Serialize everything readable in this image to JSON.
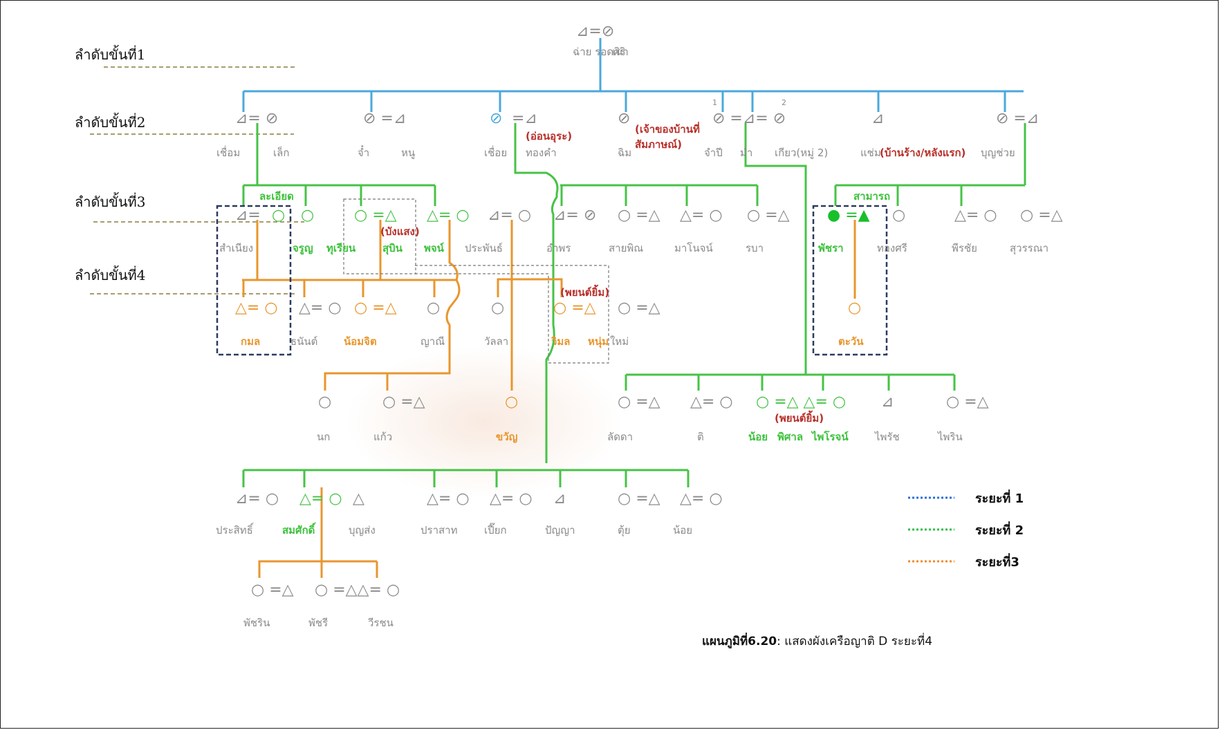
{
  "levels": [
    "ลำดับขั้นที่1",
    "ลำดับขั้นที่2",
    "ลำดับขั้นที่3",
    "ลำดับขั้นที่4"
  ],
  "legend": [
    {
      "label": "ระยะที่ 1",
      "color": "#2a6fd6"
    },
    {
      "label": "ระยะที่ 2",
      "color": "#2fbf4a"
    },
    {
      "label": "ระยะที่3",
      "color": "#ef8b2c"
    }
  ],
  "caption": {
    "bold": "แผนภูมิที่6.20",
    "text": ": แสดงผังเครือญาติ D ระยะที่4"
  },
  "colors": {
    "blue": "#4aa8dc",
    "green": "#46c346",
    "orange": "#e8962e",
    "grey": "#9a9a9a",
    "red": "#b8302a",
    "box": "#2b3a5e"
  },
  "gen1": {
    "names": [
      "ฉ่าย รอดศิริ",
      "เน่า"
    ]
  },
  "gen2": {
    "names": [
      "เชื่อม",
      "เล็ก",
      "จ๋ำ",
      "หนู",
      "เชื่อย",
      "ทองคำ",
      "ฉิม",
      "จำปี",
      "ม่ำ",
      "เกียว(หมู่ 2)",
      "แช่ม",
      "บุญช่วย"
    ],
    "notes": [
      "(อ่อนอุระ)",
      "(เจ้าของบ้านที่",
      "สัมภาษณ์)",
      "(บ้านร้าง/หลังแรก)",
      "1",
      "2"
    ]
  },
  "gen3": {
    "names": [
      "สำเนียง",
      "จรูญ",
      "ทุเรียน",
      "สุบิน",
      "พจน์",
      "ประพันธ์",
      "อำพร",
      "สายพิณ",
      "มาโนจน์",
      "รบา",
      "พัชรา",
      "ทองศรี",
      "พีรชัย",
      "สุวรรณา"
    ],
    "notes": [
      "ละเอียด",
      "(บังแสง)",
      "สามารถ"
    ]
  },
  "gen4": {
    "names": [
      "กมล",
      "ธนันต์",
      "น้อมจิต",
      "ญาณี",
      "วัลลา",
      "วิมล",
      "หนุ่ม",
      "ใหม่",
      "ตะวัน"
    ],
    "notes": [
      "(พยนต์ยิ้ม)"
    ]
  },
  "gen5": {
    "names": [
      "นก",
      "แก้ว",
      "ขวัญ",
      "ลัดดา",
      "ติ",
      "น้อย",
      "พิศาล",
      "ไพโรจน์",
      "ไพรัช",
      "ไพริน"
    ],
    "notes": [
      "(พยนต์ยิ้ม)"
    ]
  },
  "gen6": {
    "names": [
      "ประสิทธิ์",
      "สมศักดิ์",
      "บุญส่ง",
      "ปราสาท",
      "เปี๊ยก",
      "ปัญญา",
      "ตุ้ย",
      "น้อย"
    ]
  },
  "gen7": {
    "names": [
      "พัชริน",
      "พัชรี",
      "วีรชน"
    ]
  }
}
